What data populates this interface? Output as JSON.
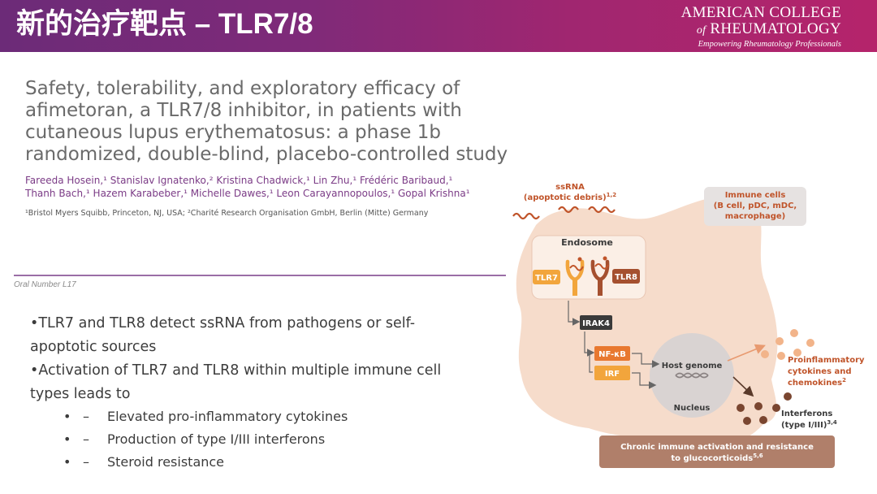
{
  "header": {
    "slide_title": "新的治疗靶点 – TLR7/8",
    "logo_line1": "AMERICAN COLLEGE",
    "logo_of": "of",
    "logo_line2": "RHEUMATOLOGY",
    "logo_tagline": "Empowering Rheumatology Professionals"
  },
  "paper": {
    "title_lines": [
      "Safety, tolerability, and exploratory efficacy of",
      "afimetoran, a TLR7/8 inhibitor, in patients with",
      "cutaneous lupus erythematosus: a phase 1b",
      "randomized, double-blind, placebo-controlled study"
    ],
    "authors_lines": [
      "Fareeda Hosein,¹ Stanislav Ignatenko,² Kristina Chadwick,¹ Lin Zhu,¹ Frédéric Baribaud,¹",
      "Thanh Bach,¹ Hazem Karabeber,¹ Michelle Dawes,¹ Leon Carayannopoulos,¹ Gopal Krishna¹"
    ],
    "affiliations": "¹Bristol Myers Squibb, Princeton, NJ, USA; ²Charité Research Organisation GmbH, Berlin (Mitte) Germany",
    "oral_number": "Oral Number L17"
  },
  "bullets": {
    "b1_line1": "•TLR7 and TLR8 detect ssRNA from pathogens or self-",
    "b1_line2": "apoptotic sources",
    "b2_line1": "•Activation of TLR7 and TLR8 within multiple immune cell",
    "b2_line2": "types leads to",
    "sub_bullet": "•",
    "sub_dash": "–",
    "subs": [
      "Elevated pro-inflammatory cytokines",
      "Production of type I/III interferons",
      "Steroid resistance"
    ]
  },
  "diagram": {
    "ssrna_line1": "ssRNA",
    "ssrna_line2": "(apoptotic debris)",
    "ssrna_sup": "1,2",
    "immune_line1": "Immune cells",
    "immune_line2": "(B cell, pDC, mDC,",
    "immune_line3": "macrophage)",
    "endosome": "Endosome",
    "tlr7": "TLR7",
    "tlr8": "TLR8",
    "irak4": "IRAK4",
    "nfkb": "NF-κB",
    "irf": "IRF",
    "host_genome": "Host genome",
    "nucleus": "Nucleus",
    "proinf_line1": "Proinflammatory",
    "proinf_line2": "cytokines and",
    "proinf_line3": "chemokines",
    "proinf_sup": "2",
    "ifn_line1": "Interferons",
    "ifn_line2": "(type I/III)",
    "ifn_sup": "3,4",
    "chronic_line1": "Chronic immune activation and resistance",
    "chronic_line2": "to glucocorticoids",
    "chronic_sup": "5,6",
    "colors": {
      "cell": "#f6dccb",
      "endosome": "#fbefe6",
      "nucleus": "#d9d3d2",
      "tlr7": "#f2a53c",
      "tlr8": "#a5502f",
      "irak4": "#3a3a3a",
      "nfkb": "#e8782f",
      "irf": "#f2a53c",
      "label": "#c0542a",
      "chronic": "#b07f6a",
      "interferon_dot": "#7a4630",
      "cytokine_dot": "#f2b48a"
    }
  }
}
